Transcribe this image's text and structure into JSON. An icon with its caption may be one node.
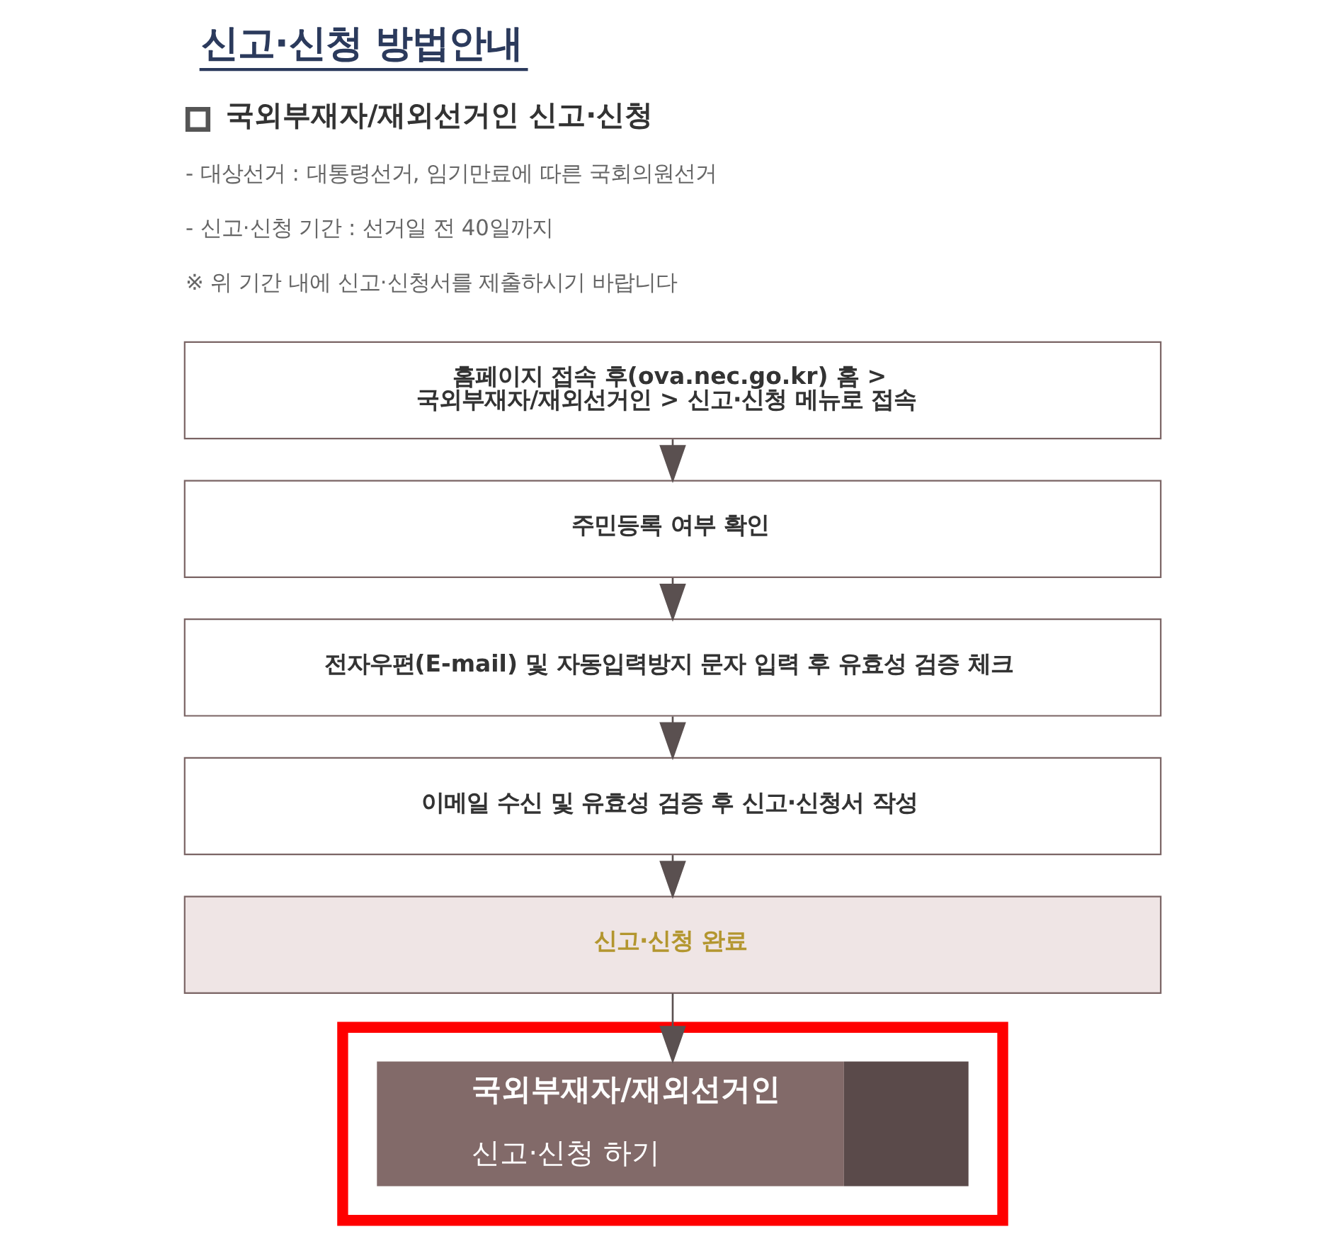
{
  "diagram": {
    "title": "신고·신청 방법안내",
    "nodes": [
      {
        "text": [
          "홈페이지 접속 후(ova.nec.go.kr) 홈 > 국외부재자/재외선거인 > 신고·신청 메뉴로 접속"
        ]
      },
      {
        "text": [
          "주민등록 여부 확인"
        ]
      },
      {
        "text": [
          "전자우편(E-mail) 및 자동입력방지 문자 입력 후 유효성 검증 체크"
        ]
      },
      {
        "text": [
          "이메일 수신 및 유효성 검증 후 신고·신청서 작성"
        ]
      },
      {
        "text": [
          "신고·신청 완료"
        ]
      },
      {
        "text": [],
        "shape": "box"
      },
      {
        "text": [
          "국외부재자/재외선거인",
          "신고·신청 하기"
        ],
        "in": 5
      }
    ],
    "edges": [
      {
        "from": 0,
        "to": 1,
        "arrow": "to"
      },
      {
        "from": 1,
        "to": 2,
        "arrow": "to"
      },
      {
        "from": 2,
        "to": 3,
        "arrow": "to"
      },
      {
        "from": 3,
        "to": 4,
        "arrow": "to"
      },
      {
        "from": 4,
        "to": 6,
        "arrow": "to"
      }
    ],
    "labels": [
      "국외부재자/재외선거인 신고·신청",
      "- 대상선거 : 대통령선거, 임기만료에 따른 국회의원선거",
      "- 신고·신청 기간 : 선거일 전 40일까지",
      "※ 위 기간 내에 신고·신청서를 제출하시기 바랍니다"
    ]
  }
}
